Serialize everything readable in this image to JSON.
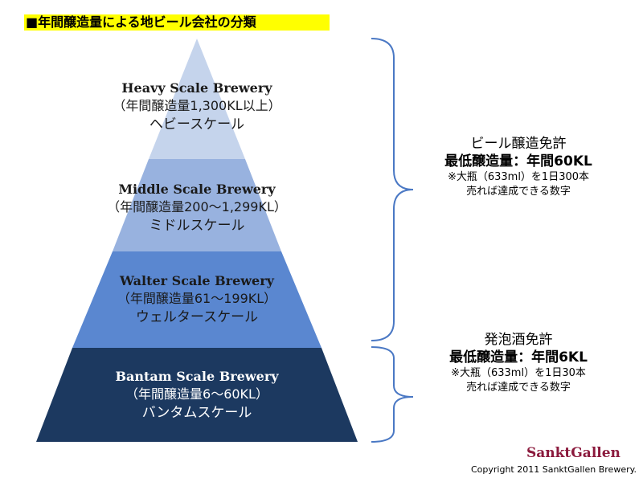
{
  "title": "■年間醸造量による地ビール会社の分類",
  "tiers": [
    {
      "name": "Heavy Scale Brewery",
      "range": "（年間醸造量1,300KL以上）",
      "kana": "ヘビースケール",
      "color": "#c5d4ec"
    },
    {
      "name": "Middle Scale Brewery",
      "range": "（年間醸造量200～1,299KL）",
      "kana": "ミドルスケール",
      "color": "#98b2df"
    },
    {
      "name": "Walter Scale Brewery",
      "range": "（年間醸造量61～199KL）",
      "kana": "ウェルタースケール",
      "color": "#5a87d0"
    },
    {
      "name": "Bantam Scale Brewery",
      "range": "（年間醸造量6～60KL）",
      "kana": "バンタムスケール",
      "color": "#1c3960"
    }
  ],
  "notes": [
    {
      "line1": "ビール醸造免許",
      "line2": "最低醸造量：年間60KL",
      "line3": "※大瓶（633ml）を1日300本",
      "line4": "売れば達成できる数字"
    },
    {
      "line1": "発泡酒免許",
      "line2": "最低醸造量：年間6KL",
      "line3": "※大瓶（633ml）を1日30本",
      "line4": "売れば達成できる数字"
    }
  ],
  "logo": "SanktGallen",
  "copyright": "Copyright 2011 SanktGallen Brewery."
}
